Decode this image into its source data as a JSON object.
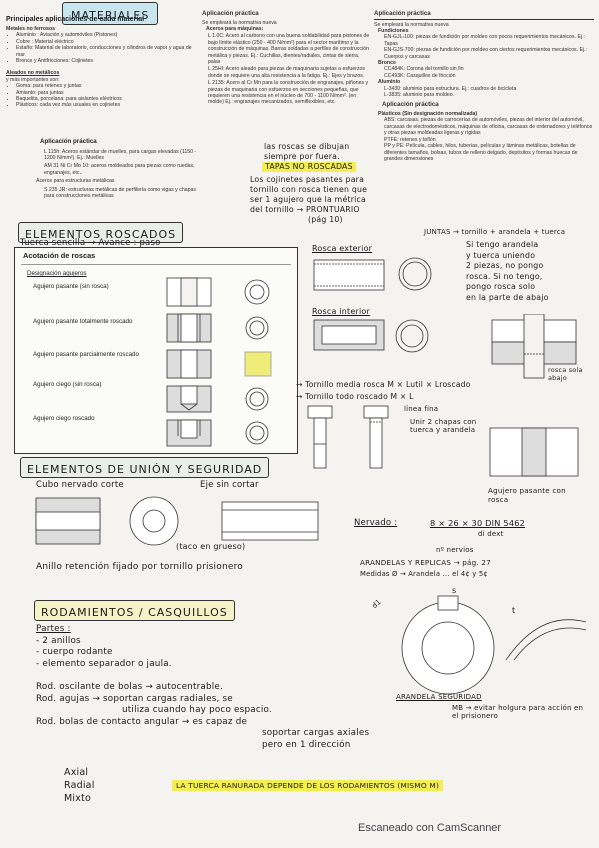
{
  "header": {
    "materiales_title": "MATERIALES",
    "main_heading": "Principales aplicaciones de cada material"
  },
  "left_top": {
    "metales_ferrosos": "Metales no ferrosos",
    "items1": [
      "Aluminio : Aviación y automóviles (Pistones)",
      "Cobre : Material eléctrico",
      "Estaño: Material de laboratorio, conducciones y cilindros de vapor y agua de mar",
      "Bronce y Antifricciones: Cojinetes"
    ],
    "aleados_title": "Aleados no metálicos",
    "aleados_sub": "y más importantes son:",
    "items2": [
      "Goma: para retenes y juntas",
      "Amianto: para juntas",
      "Baquelita, porcelana: para aislantes eléctricos",
      "Plásticos: cada vez más usuales en cojinetes"
    ]
  },
  "aplic_left": {
    "title": "Aplicación práctica",
    "lines": [
      "L 115h: Aceros estándar de muelles, para cargas elevadas (1150 - 1200 N/mm²). Ej.: Muelles",
      "AM 31 Ni Cr Mo 10: aceros moldeados para piezas como ruedas, engranajes, etc..",
      "Aceros para estructuras metálicas",
      "S 235 JR: estructuras metálicas de perfilería como vigas y chapas para construcciones metálicas"
    ]
  },
  "center_top": {
    "heading": "Aplicación práctica",
    "sub": "Se empleará la normativa nueva",
    "col_items": [
      "Aceros para máquinas:",
      "L 1.0C: Acero al carbono con una buena soldabilidad para pistones de bajo límite elástico (250 - 400 N/mm²) para el sector marítimo y la construcción de máquinas. Barras soldadas a perfiles de construcción metálica y piezas. Ej.: Cuchillas, dientes/radiales, cintas de sierra, palas",
      "L 25HI: Acero aleado para piezas de maquinaria sujetas a esfuerzos donde se requiere una alta resistencia a la fatiga. Ej.: Ejes y brazos.",
      "L 2135: Acero al Cr Mn para la construcción de engranajes, piñones y piezas de maquinaria con esfuerzos en secciones pequeñas, que requieren una resistencia en el núcleo de 700 - 1100 N/mm². (en molde) Ej.: engranajes mecanizados, semiflexibles, etc."
    ]
  },
  "right_top": {
    "heading": "Aplicación práctica",
    "sub": "Se empleará la normativa nueva",
    "items": [
      "Fundiciones",
      "EN-GJL-100: piezas de fundición por moldeo con pocos requerimientos mecánicos. Ej.: Tapas",
      "EN-GJS-700: piezas de fundición por moldeo con ciertos requerimientos mecánicos. Ej.: Cuerpos y carcasas",
      "Bronce",
      "CC484K: Corona del tornillo sin fin",
      "CC493K: Casquillos de fricción",
      "Aluminio",
      "L-3430: aluminio para estructura. Ej.: cuadros de bicicleta",
      "L-3835: aluminio para moldeo."
    ],
    "heading2": "Aplicación práctica",
    "plasticos_title": "Plásticos (Sin designación normalizada)",
    "plasticos": [
      "ABS: carcasas, piezas de carrocerías de automóviles, piezas del interior del automóvil, carcasas de electrodomésticos, máquinas de oficina, carcasas de ordenadores y teléfonos y otras piezas moldeadas ligeras y rígidas",
      "PTFE: retenes y teflón",
      "PP y PE: Película, cables, hilos, tuberías, películas y láminas metálicas, botellas de diferentes tamaños, bolsas, tubos de relleno delgado, depósitos y formas huecas de grandes dimensiones"
    ]
  },
  "hand_notes": {
    "roscas_line1": "las roscas se dibujan",
    "roscas_line2": "siempre por fuera.",
    "tapas": "TAPAS NO ROSCADAS",
    "cojinetes1": "Los cojinetes pasantes para",
    "cojinetes2": "tornillo con rosca tienen que",
    "cojinetes3": "ser 1 agujero que la métrica",
    "cojinetes4": "del tornillo → PRONTUARIO",
    "cojinetes5": "(pág 10)"
  },
  "elementos_roscados": {
    "title": "ELEMENTOS ROSCADOS",
    "subtitle": "Tuerca sencilla → Avance : paso",
    "acot_title": "Acotación de roscas",
    "design_title": "Designación agujeros",
    "items": [
      "Agujero pasante (sin rosca)",
      "Agujero pasante totalmente roscado",
      "Agujero pasante parcialmente roscado",
      "Agujero ciego (sin rosca)",
      "Agujero ciego roscado"
    ],
    "rosca_exterior": "Rosca exterior",
    "rosca_interior": "Rosca interior",
    "junta_note": "JUNTAS → tornillo + arandela + tuerca",
    "si_tengo": [
      "Si tengo arandela",
      "y tuerca uniendo",
      "2 piezas, no pongo",
      "rosca. Si no tengo,",
      "pongo rosca solo",
      "en la parte de abajo"
    ],
    "tornillo_media": "→ Tornillo media rosca M × Lutil × Lroscado",
    "tornillo_todo": "→ Tornillo todo roscado M × L",
    "linea_fina": "línea fina",
    "une_chapas": "Unir 2 chapas con tuerca y arandela",
    "rosca_sola": "rosca sola abajo",
    "agujero_pasante": "Agujero pasante con rosca"
  },
  "union": {
    "title": "ELEMENTOS DE UNIÓN Y SEGURIDAD",
    "cubo": "Cubo nervado corte",
    "eje": "Eje sin cortar",
    "taco": "(taco en grueso)",
    "nervado": "Nervado :",
    "nervado_spec": "8 × 26 × 30 DIN 5462",
    "diam": "di    dext",
    "n_nervios": "nº nervios",
    "arandelas": "ARANDELAS Y REPLICAS → pág. 27",
    "medidas": "Medidas Ø → Arandela ... el 4¢ y 5¢",
    "anillo": "Anillo retención fijado por tornillo prisionero"
  },
  "rodamientos": {
    "title": "RODAMIENTOS / CASQUILLOS",
    "partes_title": "Partes :",
    "partes": [
      "- 2 anillos",
      "- cuerpo rodante",
      "- elemento separador o jaula."
    ],
    "rod1": "Rod. oscilante de bolas → autocentrable.",
    "rod2a": "Rod. agujas → soportan cargas radiales, se",
    "rod2b": "utiliza cuando hay poco espacio.",
    "rod3a": "Rod. bolas de contacto angular → es capaz de",
    "rod3b": "soportar cargas axiales",
    "rod3c": "pero en 1 dirección",
    "tipos": [
      "Axial",
      "Radial",
      "Mixto"
    ],
    "arandela_seg": "ARANDELA SEGURIDAD",
    "mb": "MB → evitar holgura para acción en el prisionero",
    "tuerca_note": "LA TUERCA RANURADA DEPENDE DE LOS RODAMIENTOS (MISMO M)",
    "dim_s": "s",
    "dim_t": "t",
    "dim_dl": "d1"
  },
  "footer": {
    "scanner": "Escaneado con CamScanner"
  }
}
